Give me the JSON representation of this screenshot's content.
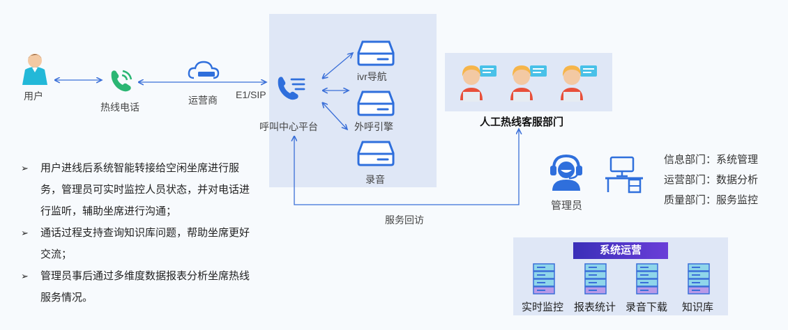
{
  "nodes": {
    "user": "用户",
    "hotline": "热线电话",
    "carrier": "运营商",
    "protocol": "E1/SIP",
    "call_center": "呼叫中心平台",
    "ivr": "ivr导航",
    "outbound": "外呼引擎",
    "recording": "录音",
    "agents": "人工热线客服部门",
    "admin": "管理员",
    "callback": "服务回访"
  },
  "departments": [
    "信息部门：系统管理",
    "运营部门：数据分析",
    "质量部门：服务监控"
  ],
  "operations": {
    "title": "系统运营",
    "items": [
      "实时监控",
      "报表统计",
      "录音下载",
      "知识库"
    ]
  },
  "bullets": [
    "用户进线后系统智能转接给空闲坐席进行服务，管理员可实时监控人员状态，并对电话进行监听，辅助坐席进行沟通；",
    "通话过程支持查询知识库问题，帮助坐席更好交流；",
    "管理员事后通过多维度数据报表分析坐席热线服务情况。"
  ],
  "colors": {
    "accent": "#2f6fdc",
    "panel": "#dfe7f6",
    "ops_title_start": "#3a2fb8",
    "ops_title_end": "#6a3ed8",
    "phone_green": "#2bb673",
    "agent_hair": "#f6b54a",
    "agent_shirt": "#e8503a"
  }
}
